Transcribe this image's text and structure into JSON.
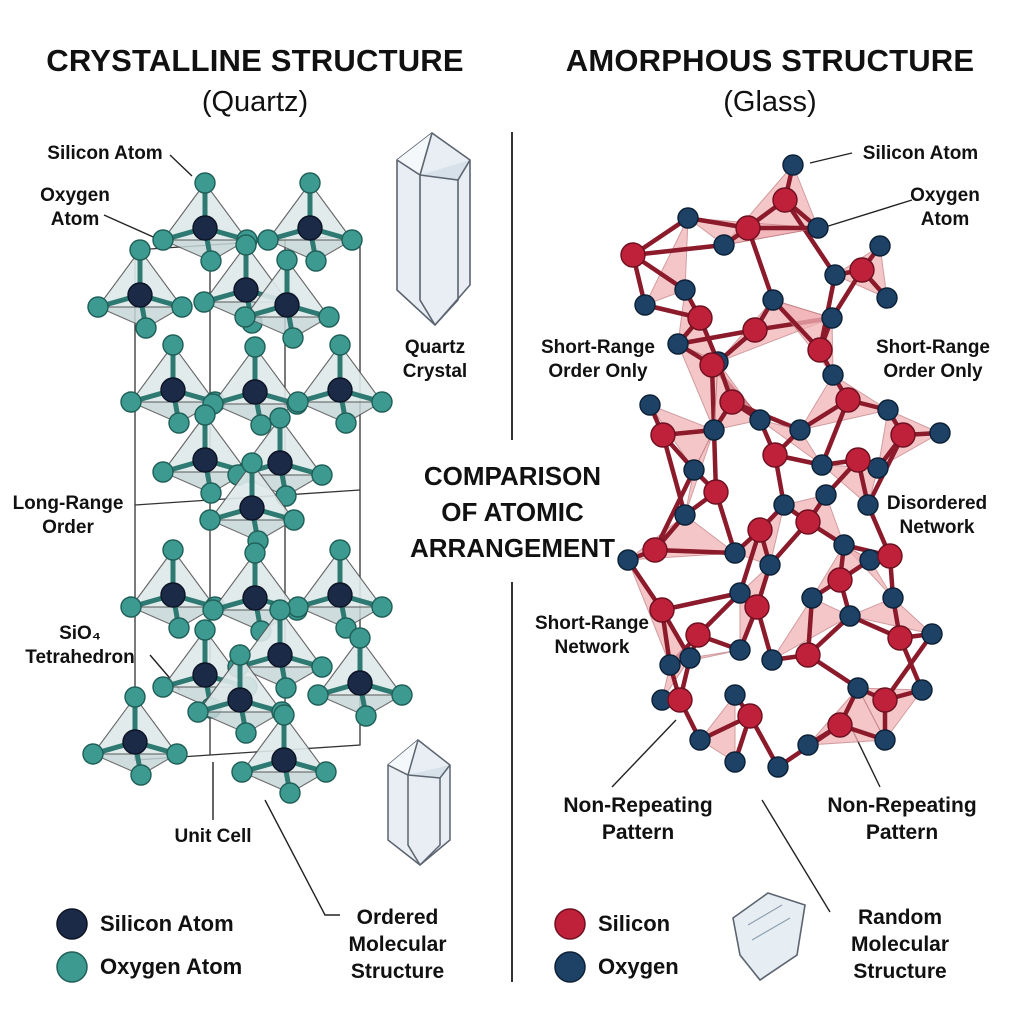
{
  "left": {
    "title": "CRYSTALLINE STRUCTURE",
    "subtitle": "(Quartz)",
    "labels": {
      "silicon_atom": "Silicon Atom",
      "oxygen_atom": "Oxygen\nAtom",
      "long_range": "Long-Range\nOrder",
      "tetrahedron": "SiO₄\nTetrahedron",
      "unit_cell": "Unit Cell",
      "quartz_crystal": "Quartz\nCrystal",
      "ordered": "Ordered\nMolecular\nStructure"
    },
    "legend": [
      {
        "label": "Silicon Atom",
        "color": "#1b2a47"
      },
      {
        "label": "Oxygen Atom",
        "color": "#3d9a91"
      }
    ]
  },
  "center": {
    "title": "COMPARISON\nOF ATOMIC\nARRANGEMENT"
  },
  "right": {
    "title": "AMORPHOUS STRUCTURE",
    "subtitle": "(Glass)",
    "labels": {
      "silicon_atom": "Silicon Atom",
      "oxygen_atom": "Oxygen\nAtom",
      "short_range_left": "Short-Range\nOrder Only",
      "short_range_right": "Short-Range\nOrder Only",
      "disordered": "Disordered\nNetwork",
      "short_network": "Short-Range\nNetwork",
      "non_repeating_left": "Non-Repeating\nPattern",
      "non_repeating_right": "Non-Repeating\nPattern",
      "random": "Random\nMolecular\nStructure"
    },
    "legend": [
      {
        "label": "Silicon",
        "color": "#c0213a"
      },
      {
        "label": "Oxygen",
        "color": "#1d4266"
      }
    ]
  },
  "colors": {
    "crystal_si": "#1b2a47",
    "crystal_o": "#3d9a91",
    "crystal_bond": "#2e7a72",
    "glass_si": "#c0213a",
    "glass_o": "#1d4266",
    "glass_bond": "#8b1a2b",
    "glass_face": "#f2b3b6"
  },
  "icons": [
    "quartz-crystal-icon",
    "glass-shard-icon"
  ]
}
